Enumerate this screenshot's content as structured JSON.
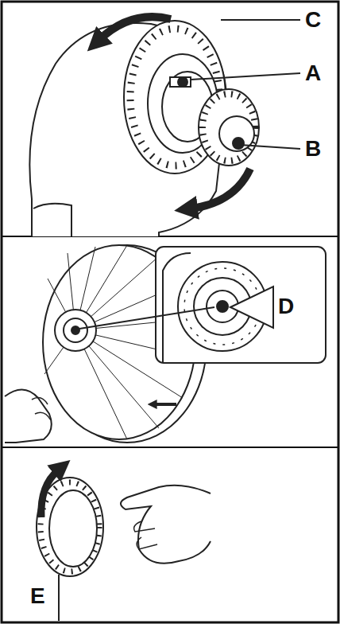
{
  "diagram": {
    "labels": [
      "C",
      "A",
      "B",
      "D",
      "E"
    ]
  }
}
